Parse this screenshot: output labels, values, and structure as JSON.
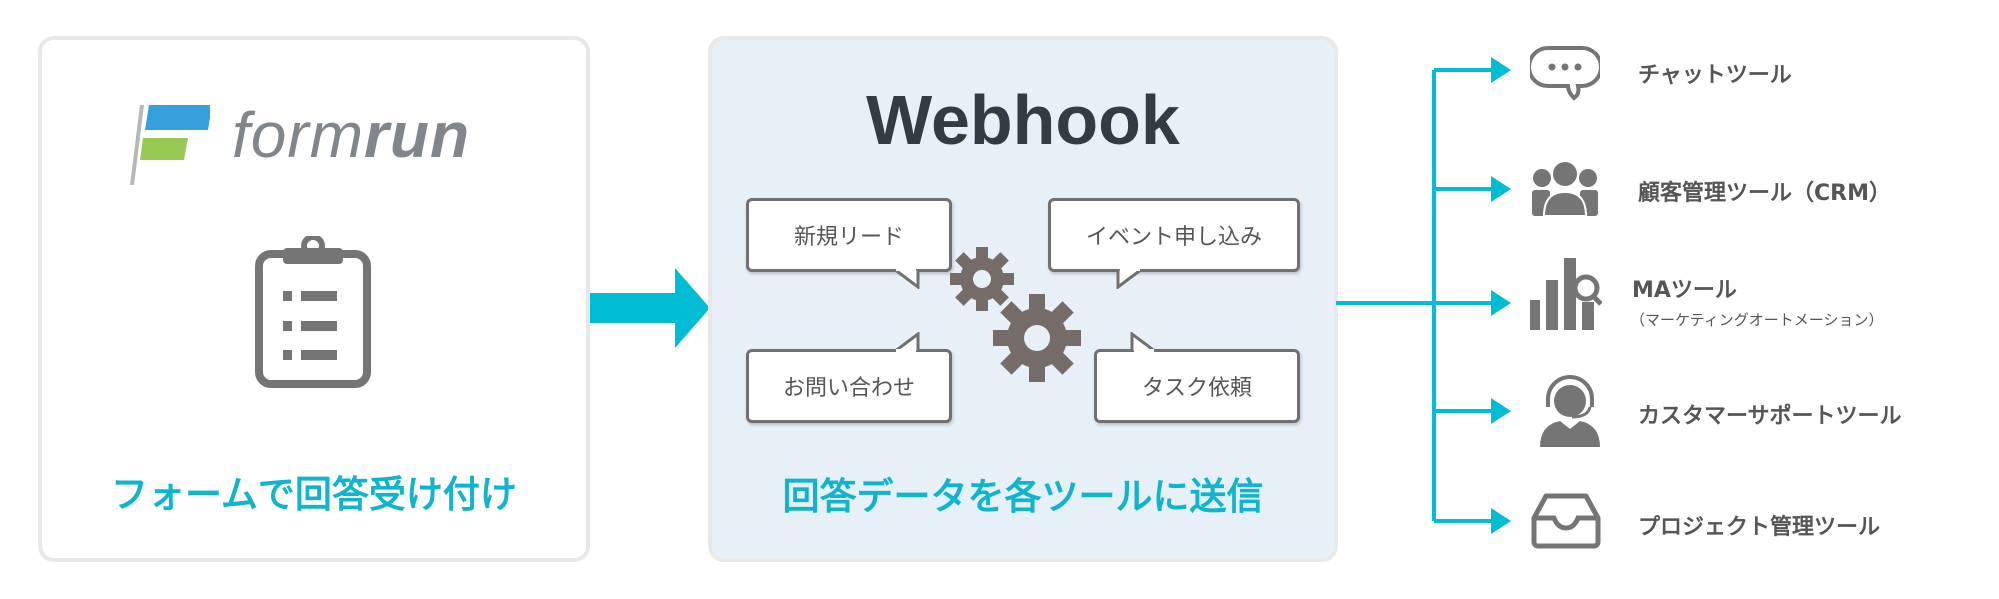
{
  "colors": {
    "accent": "#10b4cc",
    "icon_gray": "#757575",
    "logo_blue": "#35a0dc",
    "logo_green": "#98c955",
    "center_bg": "#e6f0f6"
  },
  "left": {
    "logo_text_light": "form",
    "logo_text_bold": "run",
    "icon": "clipboard-list-icon",
    "caption": "フォームで回答受け付け"
  },
  "center": {
    "title": "Webhook",
    "bubbles": [
      "新規リード",
      "イベント申し込み",
      "お問い合わせ",
      "タスク依頼"
    ],
    "icon": "gears-icon",
    "caption": "回答データを各ツールに送信"
  },
  "tools": [
    {
      "icon": "chat-bubble-icon",
      "label": "チャットツール"
    },
    {
      "icon": "users-group-icon",
      "label": "顧客管理ツール（CRM）"
    },
    {
      "icon": "bar-chart-search-icon",
      "label": "MAツール",
      "sublabel": "（マーケティングオートメーション）"
    },
    {
      "icon": "headset-operator-icon",
      "label": "カスタマーサポートツール"
    },
    {
      "icon": "inbox-tray-icon",
      "label": "プロジェクト管理ツール"
    }
  ]
}
